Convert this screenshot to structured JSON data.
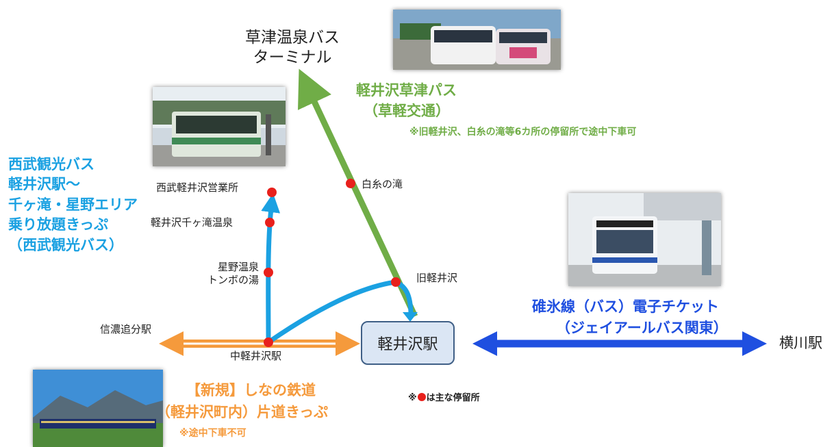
{
  "terminal": {
    "line1": "草津温泉バス",
    "line2": "ターミナル"
  },
  "kusatsu_pass": {
    "title": "軽井沢草津パス",
    "operator": "（草軽交通）",
    "note": "※旧軽井沢、白糸の滝等6カ所の停留所で途中下車可",
    "color": "#70ad47"
  },
  "seibu_pass": {
    "lines": [
      "西武観光バス",
      "軽井沢駅～",
      "千ヶ滝・星野エリア",
      "乗り放題きっぷ",
      "（西武観光バス）"
    ],
    "color": "#1ba1e2"
  },
  "usui_ticket": {
    "title": "碓氷線（バス）電子チケット",
    "operator": "（ジェイアールバス関東）",
    "color": "#1f4fe0"
  },
  "shinano_ticket": {
    "line1": "【新規】しなの鉄道",
    "line2": "（軽井沢町内）片道きっぷ",
    "note": "※途中下車不可",
    "color": "#f59a3c"
  },
  "stops": {
    "seibu_office": "西武軽井沢営業所",
    "sengataki_onsen": "軽井沢千ヶ滝温泉",
    "hoshino_line1": "星野温泉",
    "hoshino_line2": "トンボの湯",
    "shiraito": "白糸の滝",
    "kyu_karuizawa": "旧軽井沢",
    "shinano_oiwake": "信濃追分駅",
    "naka_karuizawa": "中軽井沢駅",
    "yokokawa": "横川駅"
  },
  "main_station": "軽井沢駅",
  "legend": {
    "prefix": "※",
    "text": "は主な停留所",
    "dot_color": "#e8201c"
  },
  "photos": [
    {
      "name": "kusatsu-bus-photo",
      "icon": "bus"
    },
    {
      "name": "seibu-bus-photo",
      "icon": "bus"
    },
    {
      "name": "jr-bus-photo",
      "icon": "bus"
    },
    {
      "name": "shinano-train-photo",
      "icon": "train"
    }
  ]
}
